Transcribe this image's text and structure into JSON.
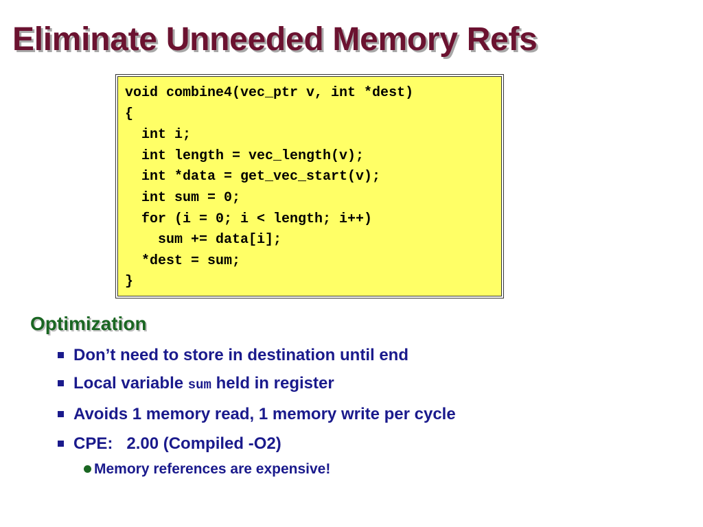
{
  "slide": {
    "title": "Eliminate Unneeded Memory Refs",
    "code_lines": [
      "void combine4(vec_ptr v, int *dest)",
      "{",
      "  int i;",
      "  int length = vec_length(v);",
      "  int *data = get_vec_start(v);",
      "  int sum = 0;",
      "  for (i = 0; i < length; i++)",
      "    sum += data[i];",
      "  *dest = sum;",
      "}"
    ],
    "section_heading": "Optimization",
    "bullets": [
      {
        "text": "Don’t need to store in destination until end"
      },
      {
        "text_before": "Local variable ",
        "code": "sum",
        "text_after": " held in register"
      },
      {
        "text": "Avoids 1 memory read, 1 memory write per cycle"
      },
      {
        "text": "CPE:   2.00 (Compiled -O2)"
      }
    ],
    "sub_bullet": "Memory references are expensive!",
    "colors": {
      "title": "#6b1230",
      "code_background": "#ffff66",
      "heading": "#1a6622",
      "bullet_text": "#1a1a8c"
    }
  }
}
